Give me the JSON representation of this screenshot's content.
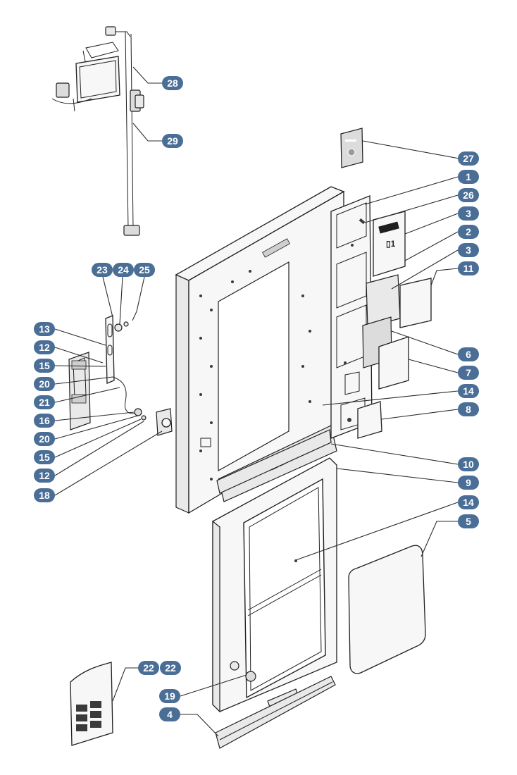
{
  "callouts": [
    {
      "id": "c28",
      "label": "28"
    },
    {
      "id": "c29",
      "label": "29"
    },
    {
      "id": "c27",
      "label": "27"
    },
    {
      "id": "c1",
      "label": "1"
    },
    {
      "id": "c26",
      "label": "26"
    },
    {
      "id": "c3a",
      "label": "3"
    },
    {
      "id": "c2",
      "label": "2"
    },
    {
      "id": "c3b",
      "label": "3"
    },
    {
      "id": "c11",
      "label": "11"
    },
    {
      "id": "c6",
      "label": "6"
    },
    {
      "id": "c7",
      "label": "7"
    },
    {
      "id": "c14a",
      "label": "14"
    },
    {
      "id": "c8",
      "label": "8"
    },
    {
      "id": "c10",
      "label": "10"
    },
    {
      "id": "c9",
      "label": "9"
    },
    {
      "id": "c14b",
      "label": "14"
    },
    {
      "id": "c5",
      "label": "5"
    },
    {
      "id": "c23",
      "label": "23"
    },
    {
      "id": "c24",
      "label": "24"
    },
    {
      "id": "c25",
      "label": "25"
    },
    {
      "id": "c13",
      "label": "13"
    },
    {
      "id": "c12a",
      "label": "12"
    },
    {
      "id": "c15a",
      "label": "15"
    },
    {
      "id": "c20a",
      "label": "20"
    },
    {
      "id": "c21",
      "label": "21"
    },
    {
      "id": "c16",
      "label": "16"
    },
    {
      "id": "c20b",
      "label": "20"
    },
    {
      "id": "c15b",
      "label": "15"
    },
    {
      "id": "c12b",
      "label": "12"
    },
    {
      "id": "c18",
      "label": "18"
    },
    {
      "id": "c22a",
      "label": "22"
    },
    {
      "id": "c22b",
      "label": "22"
    },
    {
      "id": "c19",
      "label": "19"
    },
    {
      "id": "c4",
      "label": "4"
    }
  ],
  "colors": {
    "callout_fill": "#4a6e96",
    "line": "#1f1f1f",
    "background": "#ffffff"
  }
}
